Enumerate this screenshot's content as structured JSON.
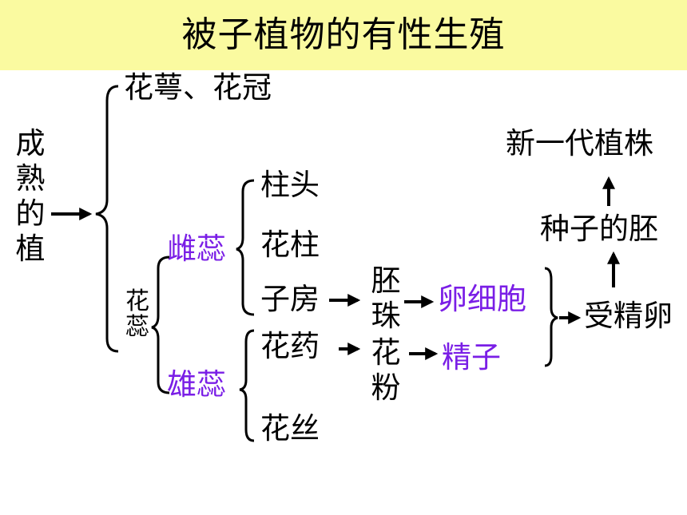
{
  "title": "被子植物的有性生殖",
  "colors": {
    "banner": "#fafaa0",
    "highlight": "#7a1ee6",
    "text": "#000000"
  },
  "nodes": {
    "mature_plant": "成熟的植",
    "sepal_petal": "花萼、花冠",
    "stamen_pistil": "花蕊",
    "pistil": "雌蕊",
    "stamen": "雄蕊",
    "stigma": "柱头",
    "style": "花柱",
    "ovary": "子房",
    "anther": "花药",
    "filament": "花丝",
    "ovule": "胚珠",
    "pollen": "花粉",
    "egg_cell": "卵细胞",
    "sperm": "精子",
    "fertilized_egg": "受精卵",
    "seed_embryo": "种子的胚",
    "new_plant": "新一代植株"
  }
}
